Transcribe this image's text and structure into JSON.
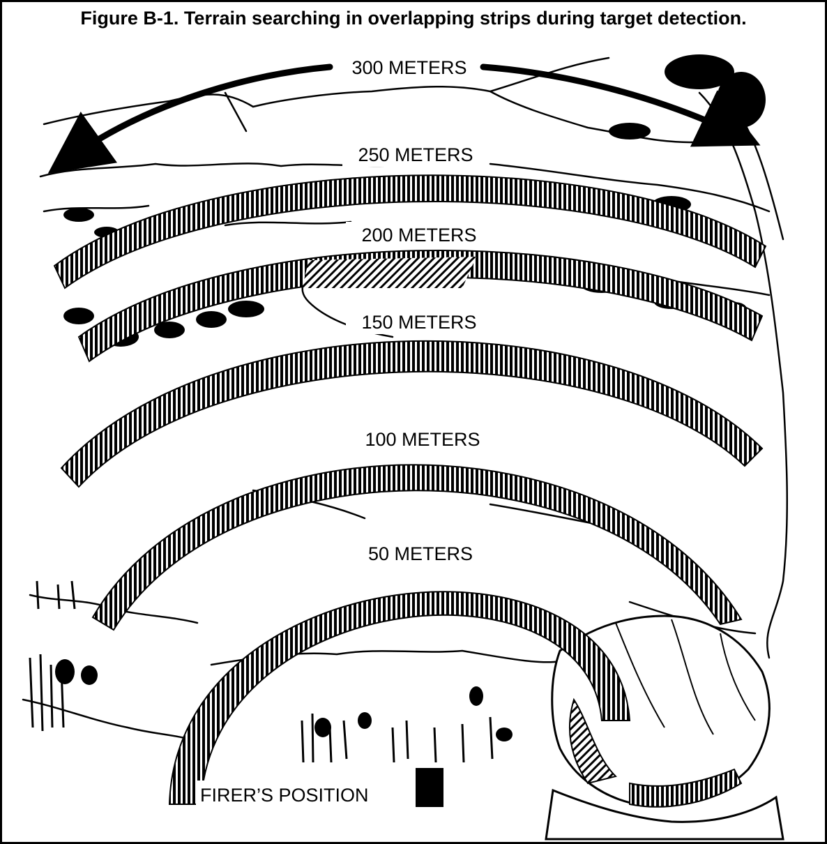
{
  "figure": {
    "title": "Figure B-1. Terrain searching in overlapping strips during target detection."
  },
  "arrow_label": "300 METERS",
  "bands": [
    {
      "label": "250 METERS"
    },
    {
      "label": "200 METERS"
    },
    {
      "label": "150 METERS"
    },
    {
      "label": "100 METERS"
    },
    {
      "label": "50 METERS"
    }
  ],
  "firer": {
    "label": "FIRER’S POSITION"
  },
  "colors": {
    "ink": "#000000",
    "paper": "#ffffff"
  }
}
